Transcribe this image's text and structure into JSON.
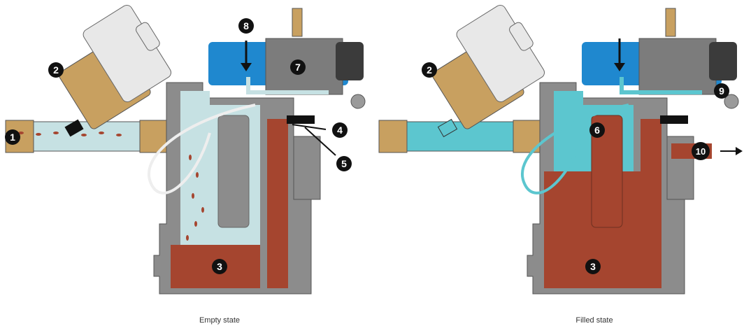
{
  "panels": [
    {
      "id": "empty",
      "caption": "Empty state",
      "labels": {
        "n1": "1",
        "n2": "2",
        "n3": "3",
        "n4": "4",
        "n5": "5",
        "n7": "7",
        "n8": "8"
      }
    },
    {
      "id": "filled",
      "caption": "Filled state",
      "labels": {
        "n2": "2",
        "n3": "3",
        "n6": "6",
        "n9": "9",
        "n10": "10"
      }
    }
  ],
  "colors": {
    "body": "#8c8c8c",
    "body_dark": "#6d6d6d",
    "condensate": "#a5452f",
    "steam_light": "#c6e1e3",
    "steam_filled": "#5cc6cf",
    "actuator_blue": "#1f88cf",
    "brass": "#c8a060",
    "strainer_cap": "#e8e8e8",
    "marker": "#111111"
  }
}
